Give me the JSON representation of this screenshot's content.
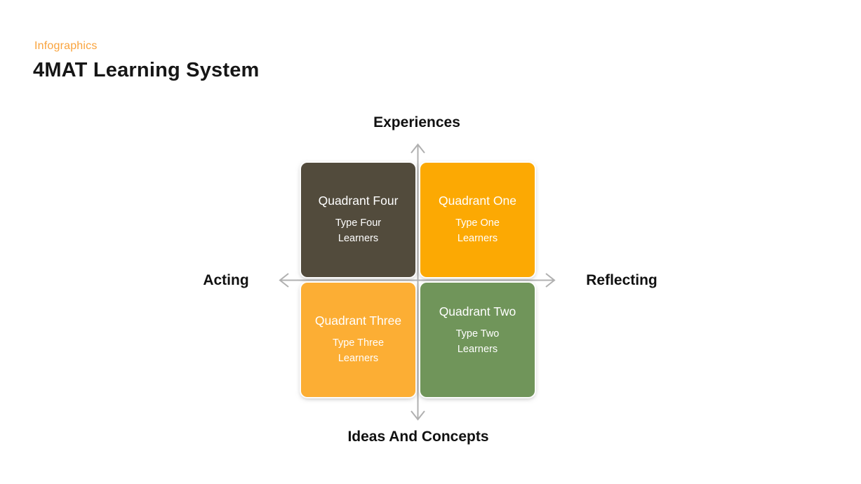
{
  "header": {
    "eyebrow": "Infographics",
    "title": "4MAT Learning System"
  },
  "diagram": {
    "axis_labels": {
      "top": "Experiences",
      "bottom": "Ideas And Concepts",
      "left": "Acting",
      "right": "Reflecting"
    },
    "axis_color": "#b0b0b0",
    "text_color": "#ffffff",
    "eyebrow_color": "#f9a33c",
    "quadrants": {
      "four": {
        "title": "Quadrant Four",
        "subtitle": "Type Four Learners",
        "color": "#524b3c"
      },
      "one": {
        "title": "Quadrant One",
        "subtitle": "Type One Learners",
        "color": "#fca903"
      },
      "three": {
        "title": "Quadrant Three",
        "subtitle": "Type Three Learners",
        "color": "#fcae34"
      },
      "two": {
        "title": "Quadrant Two",
        "subtitle": "Type Two Learners",
        "color": "#70955a"
      }
    }
  }
}
